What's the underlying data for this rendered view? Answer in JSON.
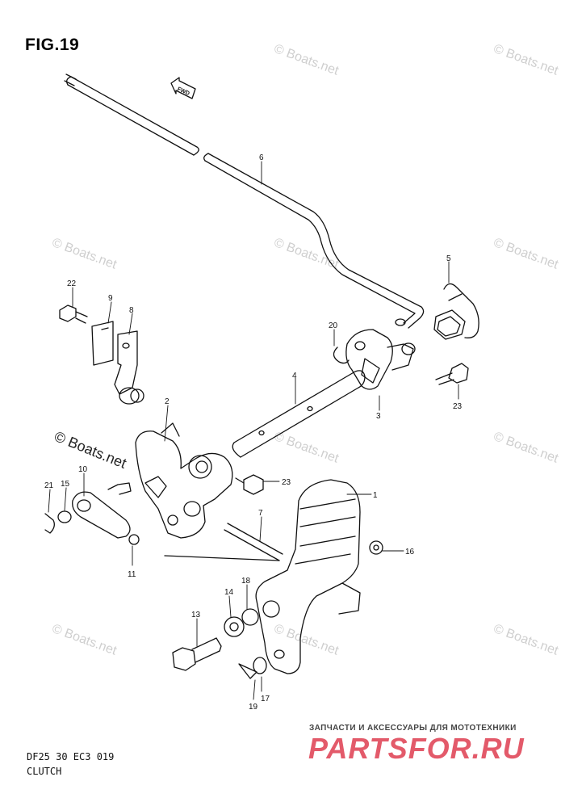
{
  "figure": {
    "title": "FIG.19"
  },
  "watermark": "© Boats.net",
  "arrow_label": "FWD",
  "parts": [
    {
      "no": "1"
    },
    {
      "no": "2"
    },
    {
      "no": "3"
    },
    {
      "no": "4"
    },
    {
      "no": "5"
    },
    {
      "no": "6"
    },
    {
      "no": "7"
    },
    {
      "no": "8"
    },
    {
      "no": "9"
    },
    {
      "no": "10"
    },
    {
      "no": "11"
    },
    {
      "no": "13"
    },
    {
      "no": "14"
    },
    {
      "no": "15"
    },
    {
      "no": "16"
    },
    {
      "no": "17"
    },
    {
      "no": "18"
    },
    {
      "no": "19"
    },
    {
      "no": "20"
    },
    {
      "no": "21"
    },
    {
      "no": "22"
    },
    {
      "no": "23"
    },
    {
      "no": "23"
    }
  ],
  "footer": {
    "code": "DF25 30 EC3  019",
    "name": "CLUTCH"
  },
  "shop": {
    "tagline": "ЗАПЧАСТИ И АКСЕССУАРЫ ДЛЯ МОТОТЕХНИКИ",
    "logo": "PARTSFOR.RU"
  }
}
